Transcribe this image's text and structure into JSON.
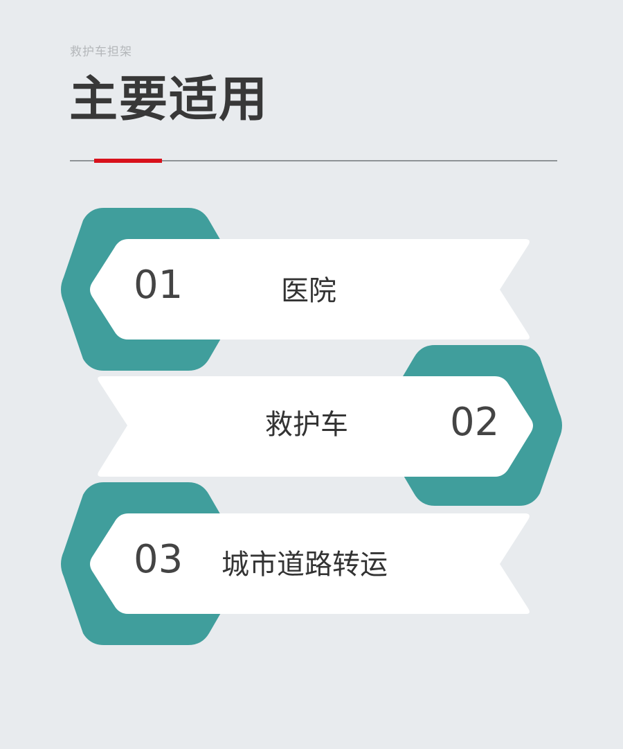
{
  "header": {
    "subtitle": "救护车担架",
    "title": "主要适用"
  },
  "colors": {
    "background": "#e8ebee",
    "teal": "#409e9c",
    "accent_red": "#d8111c",
    "ribbon": "#ffffff",
    "text": "#383838"
  },
  "items": [
    {
      "number": "01",
      "label": "医院"
    },
    {
      "number": "02",
      "label": "救护车"
    },
    {
      "number": "03",
      "label": "城市道路转运"
    }
  ]
}
